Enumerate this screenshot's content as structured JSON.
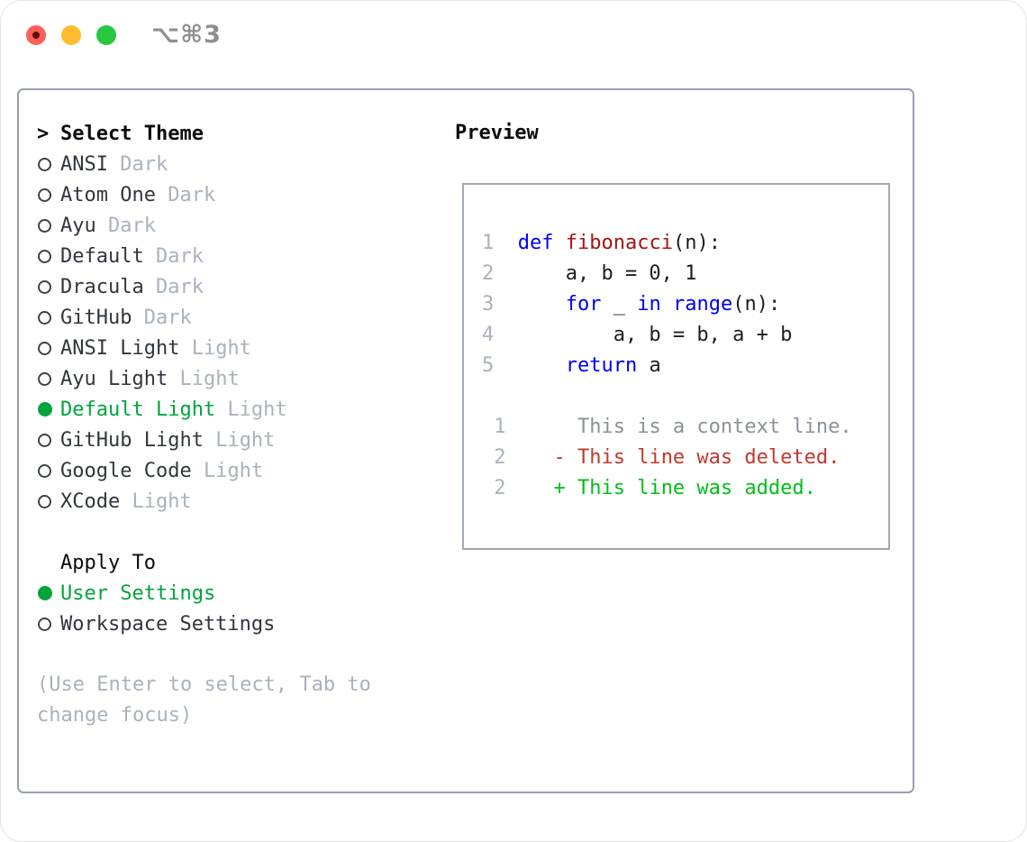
{
  "window": {
    "title": "⌥⌘3"
  },
  "theme_list": {
    "header_marker": ">",
    "header": "Select Theme",
    "items": [
      {
        "name": "ANSI",
        "tag": "Dark",
        "selected": false
      },
      {
        "name": "Atom One",
        "tag": "Dark",
        "selected": false
      },
      {
        "name": "Ayu",
        "tag": "Dark",
        "selected": false
      },
      {
        "name": "Default",
        "tag": "Dark",
        "selected": false
      },
      {
        "name": "Dracula",
        "tag": "Dark",
        "selected": false
      },
      {
        "name": "GitHub",
        "tag": "Dark",
        "selected": false
      },
      {
        "name": "ANSI Light",
        "tag": "Light",
        "selected": false
      },
      {
        "name": "Ayu Light",
        "tag": "Light",
        "selected": false
      },
      {
        "name": "Default Light",
        "tag": "Light",
        "selected": true
      },
      {
        "name": "GitHub Light",
        "tag": "Light",
        "selected": false
      },
      {
        "name": "Google Code",
        "tag": "Light",
        "selected": false
      },
      {
        "name": "XCode",
        "tag": "Light",
        "selected": false
      }
    ]
  },
  "apply_to": {
    "header": "Apply To",
    "items": [
      {
        "name": "User Settings",
        "selected": true
      },
      {
        "name": "Workspace Settings",
        "selected": false
      }
    ]
  },
  "hint": [
    "(Use Enter to select, Tab to",
    "change focus)"
  ],
  "preview": {
    "header": "Preview",
    "lines": [
      {
        "tokens": [
          {
            "t": "1",
            "s": "num"
          },
          {
            "t": "  ",
            "s": "plain"
          },
          {
            "t": "def",
            "s": "kw"
          },
          {
            "t": " ",
            "s": "plain"
          },
          {
            "t": "fibonacci",
            "s": "fn"
          },
          {
            "t": "(n):",
            "s": "plain"
          }
        ]
      },
      {
        "tokens": [
          {
            "t": "2",
            "s": "num"
          },
          {
            "t": "      a, b = 0, 1",
            "s": "plain"
          }
        ]
      },
      {
        "tokens": [
          {
            "t": "3",
            "s": "num"
          },
          {
            "t": "      ",
            "s": "plain"
          },
          {
            "t": "for",
            "s": "kw"
          },
          {
            "t": " _ ",
            "s": "plain"
          },
          {
            "t": "in",
            "s": "kw"
          },
          {
            "t": " ",
            "s": "plain"
          },
          {
            "t": "range",
            "s": "kw"
          },
          {
            "t": "(n):",
            "s": "plain"
          }
        ]
      },
      {
        "tokens": [
          {
            "t": "4",
            "s": "num"
          },
          {
            "t": "          a, b = b, a + b",
            "s": "plain"
          }
        ]
      },
      {
        "tokens": [
          {
            "t": "5",
            "s": "num"
          },
          {
            "t": "      ",
            "s": "plain"
          },
          {
            "t": "return",
            "s": "kw"
          },
          {
            "t": " a",
            "s": "plain"
          }
        ]
      },
      {
        "tokens": []
      },
      {
        "tokens": [
          {
            "t": " ",
            "s": "plain"
          },
          {
            "t": "1",
            "s": "num"
          },
          {
            "t": "      This is a context line.",
            "s": "ctx"
          }
        ]
      },
      {
        "tokens": [
          {
            "t": " ",
            "s": "plain"
          },
          {
            "t": "2",
            "s": "num"
          },
          {
            "t": "    ",
            "s": "plain"
          },
          {
            "t": "- This line was deleted.",
            "s": "del"
          }
        ]
      },
      {
        "tokens": [
          {
            "t": " ",
            "s": "plain"
          },
          {
            "t": "2",
            "s": "num"
          },
          {
            "t": "    ",
            "s": "plain"
          },
          {
            "t": "+ This line was added.",
            "s": "add"
          }
        ]
      }
    ]
  },
  "colors": {
    "accent_green": "#00a43c",
    "add_green": "#00bf19",
    "del_red": "#c3382b",
    "kw_blue": "#0000ee",
    "fn_red": "#a31515",
    "ctx_gray": "#8b9198",
    "muted": "#a9b2bd",
    "tl_red": "#ff5f57",
    "tl_yellow": "#febc2e",
    "tl_green": "#28c840"
  }
}
